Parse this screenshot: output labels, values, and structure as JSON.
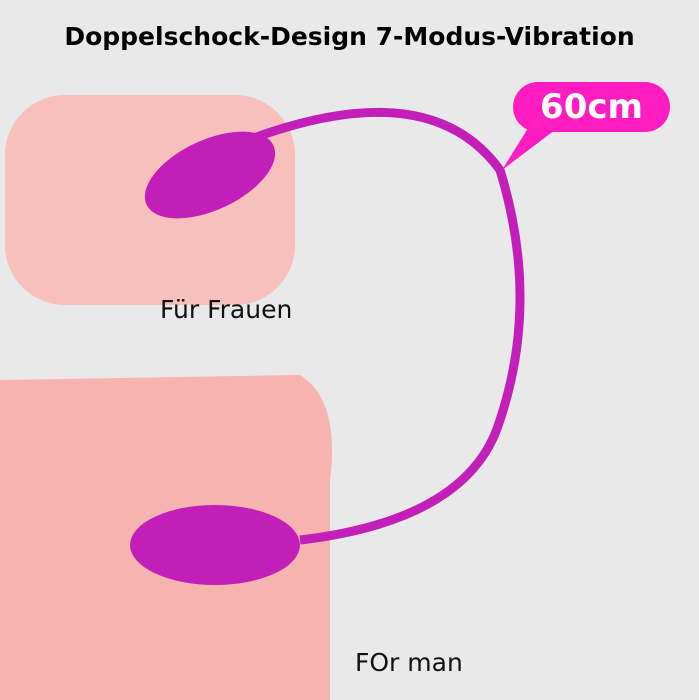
{
  "title": "Doppelschock-Design 7-Modus-Vibration",
  "badge": "60cm",
  "labels": {
    "top": "Für Frauen",
    "bottom": "FOr man"
  },
  "colors": {
    "badge": "#ff1cc0",
    "device": "#c21fb8",
    "background": "#e9e9e9",
    "shape": "#f7b3b0"
  }
}
